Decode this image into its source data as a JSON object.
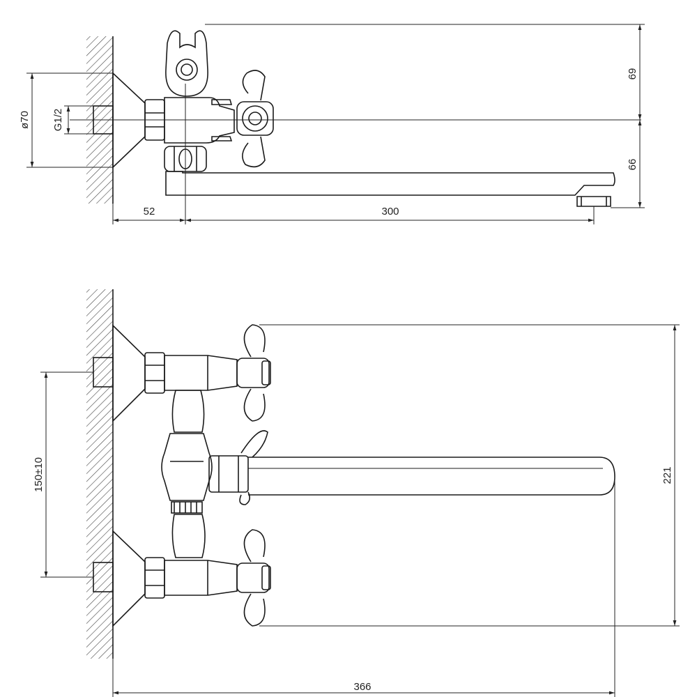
{
  "side_view": {
    "dim_height_top": "69",
    "dim_height_bottom": "66",
    "dim_diameter": "ø70",
    "dim_thread": "G1/2",
    "dim_offset": "52",
    "dim_spout_length": "300"
  },
  "front_view": {
    "dim_total_height": "221",
    "dim_inlet_spacing": "150±10",
    "dim_total_length": "366"
  },
  "colors": {
    "line": "#1a1a1a",
    "background": "#ffffff"
  }
}
